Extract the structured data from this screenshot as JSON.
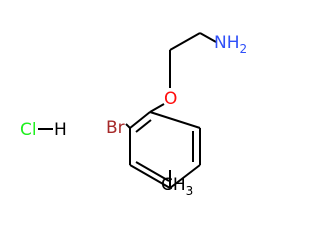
{
  "structure": {
    "atoms": {
      "amine": {
        "text": "NH",
        "subscript": "2",
        "color": "#3050f8"
      },
      "ether_oxygen": {
        "text": "O",
        "color": "#ff0d0d"
      },
      "bromine": {
        "text": "Br",
        "color": "#a62929"
      },
      "methyl": {
        "text": "CH",
        "subscript": "3",
        "color": "#000000"
      },
      "salt_chlorine": {
        "text": "Cl",
        "color": "#1ff01f"
      },
      "salt_hydrogen": {
        "text": "H",
        "color": "#000000"
      }
    },
    "bond_color": "#000000"
  }
}
